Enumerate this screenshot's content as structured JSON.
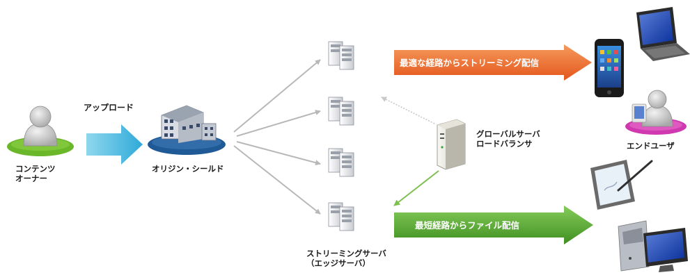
{
  "labels": {
    "upload": "アップロード",
    "content_owner_line1": "コンテンツ",
    "content_owner_line2": "オーナー",
    "origin_shield": "オリジン・シールド",
    "gslb_line1": "グローバルサーバ",
    "gslb_line2": "ロードバランサ",
    "streaming_line1": "ストリーミングサーバ",
    "streaming_line2": "（エッジサーバ）",
    "end_user": "エンドユーザ"
  },
  "banners": {
    "optimal_route": "最適な経路からストリーミング配信",
    "shortest_route": "最短経路からファイル配信"
  },
  "colors": {
    "upload_arrow": "#3bb7e0",
    "optimal_banner": "#ee6a2c",
    "shortest_banner": "#5aa832",
    "owner_ellipse": "#6ab82a",
    "origin_ellipse": "#1f5a96",
    "end_user_ellipse": "#d038b0",
    "edge_arrows": "#b8b8b8",
    "gslb_arrow_green": "#7fbf50"
  },
  "icons": {
    "content_owner": "person-icon",
    "origin_shield": "office-building-icon",
    "edge_server": "server-rack-icon",
    "gslb": "tower-server-icon",
    "smartphone": "smartphone-icon",
    "laptop": "laptop-icon",
    "end_user": "person-icon",
    "tablet": "tablet-pen-icon",
    "desktop": "desktop-pc-icon"
  }
}
